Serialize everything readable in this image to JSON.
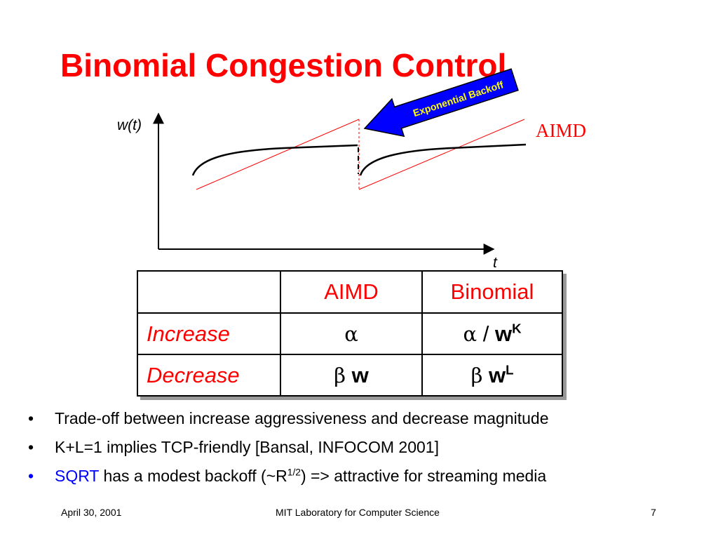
{
  "slide": {
    "title": "Binomial Congestion Control",
    "diagram": {
      "y_label": "w(t)",
      "x_label": "t",
      "aimd_label": "AIMD",
      "arrow_label": "Exponential Backoff",
      "colors": {
        "aimd": "#ff0000",
        "binomial": "#000000",
        "arrow_fill": "#0000ff",
        "arrow_text": "#ffff00"
      }
    },
    "table": {
      "headers": [
        "",
        "AIMD",
        "Binomial"
      ],
      "rows": [
        {
          "label": "Increase",
          "aimd_symbol": "α",
          "aimd_rest": "",
          "binomial_symbol": "α",
          "binomial_rest": " / ",
          "binomial_var": "w",
          "binomial_exp": "K"
        },
        {
          "label": "Decrease",
          "aimd_symbol": "β",
          "aimd_rest": " w",
          "binomial_symbol": "β",
          "binomial_rest": " ",
          "binomial_var": "w",
          "binomial_exp": "L"
        }
      ]
    },
    "bullets": [
      {
        "text": "Trade-off between increase aggressiveness and decrease magnitude"
      },
      {
        "text": "K+L=1 implies TCP-friendly [Bansal, INFOCOM 2001]"
      },
      {
        "highlight": "SQRT",
        "text_before_sup": " has a modest backoff (~R",
        "sup": "1/2",
        "text_after_sup": ") => attractive for streaming media"
      }
    ],
    "bullet_symbol": "•",
    "footer": {
      "date": "April 30, 2001",
      "org": "MIT Laboratory for Computer Science",
      "page": "7"
    }
  }
}
